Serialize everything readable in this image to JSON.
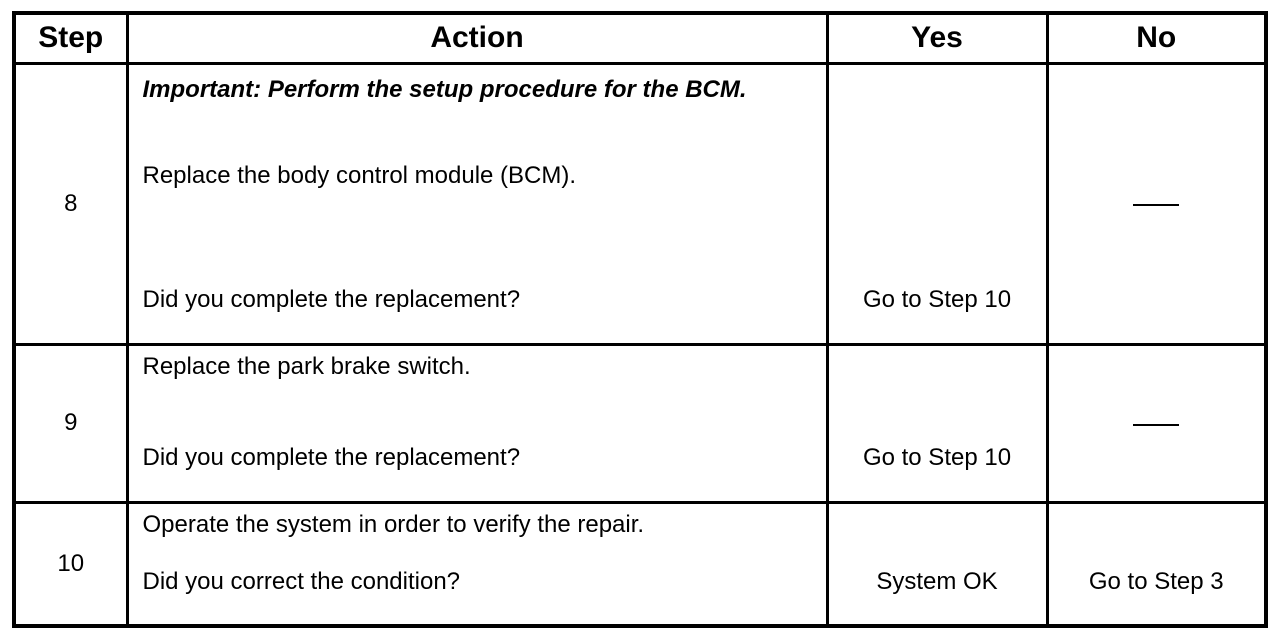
{
  "headers": {
    "step": "Step",
    "action": "Action",
    "yes": "Yes",
    "no": "No"
  },
  "rows": [
    {
      "step": "8",
      "important": "Important: Perform the setup procedure for the BCM.",
      "action_1": "Replace the body control module (BCM).",
      "question": "Did you complete the replacement?",
      "yes": "Go to Step 10",
      "no_dash": true
    },
    {
      "step": "9",
      "action_1": "Replace the park brake switch.",
      "question": "Did you complete the replacement?",
      "yes": "Go to Step 10",
      "no_dash": true
    },
    {
      "step": "10",
      "action_1": "Operate the system in order to verify the repair.",
      "question": "Did you correct the condition?",
      "yes": "System OK",
      "no": "Go to Step 3"
    }
  ]
}
